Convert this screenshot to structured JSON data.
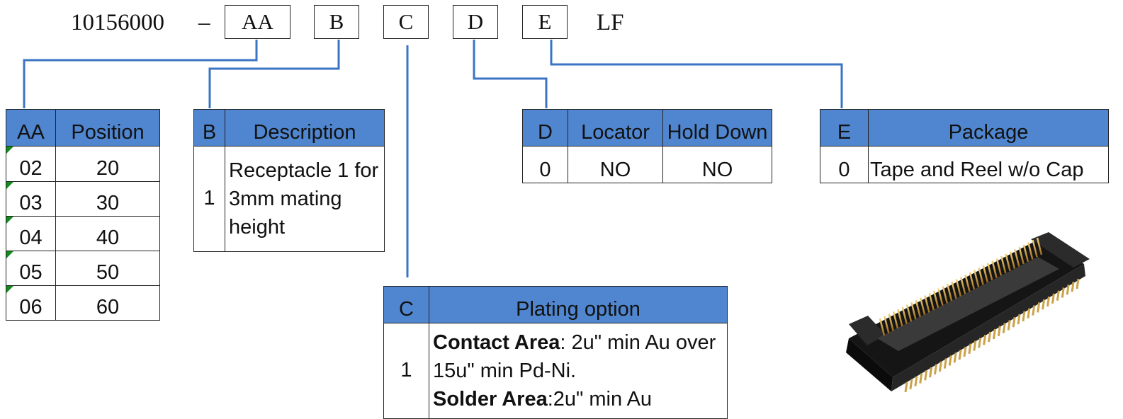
{
  "part_number": {
    "prefix": "10156000",
    "dash": "–",
    "fields": [
      "AA",
      "B",
      "C",
      "D",
      "E"
    ],
    "suffix": "LF"
  },
  "table_aa": {
    "headers": [
      "AA",
      "Position"
    ],
    "rows": [
      [
        "02",
        "20"
      ],
      [
        "03",
        "30"
      ],
      [
        "04",
        "40"
      ],
      [
        "05",
        "50"
      ],
      [
        "06",
        "60"
      ]
    ]
  },
  "table_b": {
    "headers": [
      "B",
      "Description"
    ],
    "rows": [
      [
        "1",
        "Receptacle 1 for 3mm mating height"
      ]
    ]
  },
  "table_c": {
    "headers": [
      "C",
      "Plating option"
    ],
    "rows": [
      {
        "code": "1",
        "contact_label": "Contact Area",
        "contact_text": ": 2u\" min Au over 15u\" min Pd-Ni.",
        "solder_label": "Solder Area",
        "solder_text": ":2u\" min Au"
      }
    ]
  },
  "table_d": {
    "headers": [
      "D",
      "Locator",
      "Hold Down"
    ],
    "rows": [
      [
        "0",
        "NO",
        "NO"
      ]
    ]
  },
  "table_e": {
    "headers": [
      "E",
      "Package"
    ],
    "rows": [
      [
        "0",
        "Tape and Reel w/o Cap"
      ]
    ]
  },
  "colors": {
    "header_fill": "#4f86cf",
    "connector_line": "#3b74c4",
    "cell_marker": "#138a1e"
  },
  "image": {
    "icon": "connector-product-photo-icon"
  }
}
